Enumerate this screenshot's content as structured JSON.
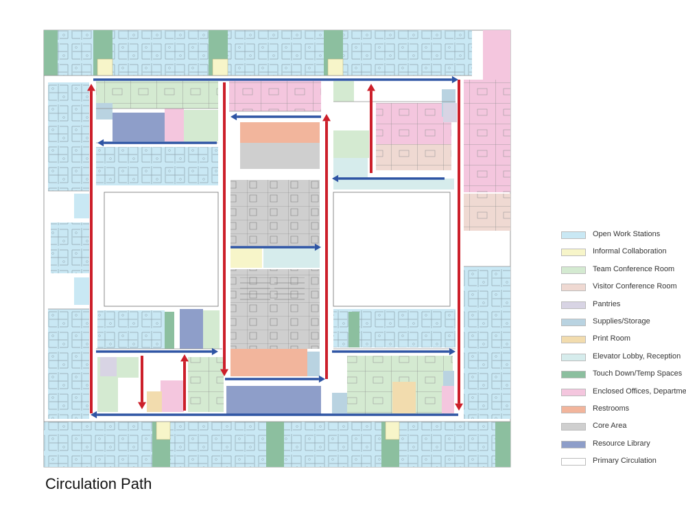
{
  "caption": "Circulation Path",
  "legend": [
    {
      "label": "Open Work Stations",
      "color": "#c9e8f4"
    },
    {
      "label": "Informal Collaboration",
      "color": "#f7f5c9"
    },
    {
      "label": "Team Conference Room",
      "color": "#d4ead1"
    },
    {
      "label": "Visitor Conference Room",
      "color": "#efd9d2"
    },
    {
      "label": "Pantries",
      "color": "#d8d4e4"
    },
    {
      "label": "Supplies/Storage",
      "color": "#b9d3e1"
    },
    {
      "label": "Print Room",
      "color": "#f2dcae"
    },
    {
      "label": "Elevator Lobby, Reception",
      "color": "#d6ecec"
    },
    {
      "label": "Touch Down/Temp Spaces",
      "color": "#8cbf9f"
    },
    {
      "label": "Enclosed Offices, Departments",
      "color": "#f4c6de"
    },
    {
      "label": "Restrooms",
      "color": "#f2b59c"
    },
    {
      "label": "Core Area",
      "color": "#cfcfcf"
    },
    {
      "label": "Resource Library",
      "color": "#8e9ec9"
    },
    {
      "label": "Primary Circulation",
      "color": "#ffffff"
    }
  ],
  "colors": {
    "vertical_arrow": "#cc1f2a",
    "horizontal_arrow": "#2f55a4"
  }
}
